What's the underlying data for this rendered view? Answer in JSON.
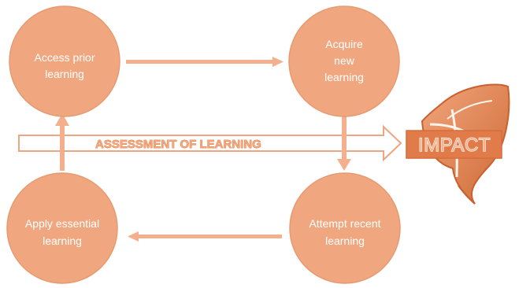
{
  "nodes": {
    "access_prior": {
      "line1": "Access prior",
      "line2": "learning"
    },
    "acquire_new": {
      "line1": "Acquire",
      "line2": "new",
      "line3": "learning"
    },
    "apply_essential": {
      "line1": "Apply essential",
      "line2": "learning"
    },
    "attempt_recent": {
      "line1": "Attempt recent",
      "line2": "learning"
    }
  },
  "assessment_banner": {
    "label": "ASSESSMENT OF LEARNING"
  },
  "impact": {
    "label": "IMPACT"
  },
  "colors": {
    "circle_fill": "#f0a77f",
    "circle_stroke": "#e69a70",
    "arrow": "#f4b08c",
    "banner_outline": "#efa57f",
    "banner_text": "#e2753f",
    "leaf": "#d9733f",
    "leaf_light": "#f2b28f",
    "impact_box": "#e17b49"
  }
}
